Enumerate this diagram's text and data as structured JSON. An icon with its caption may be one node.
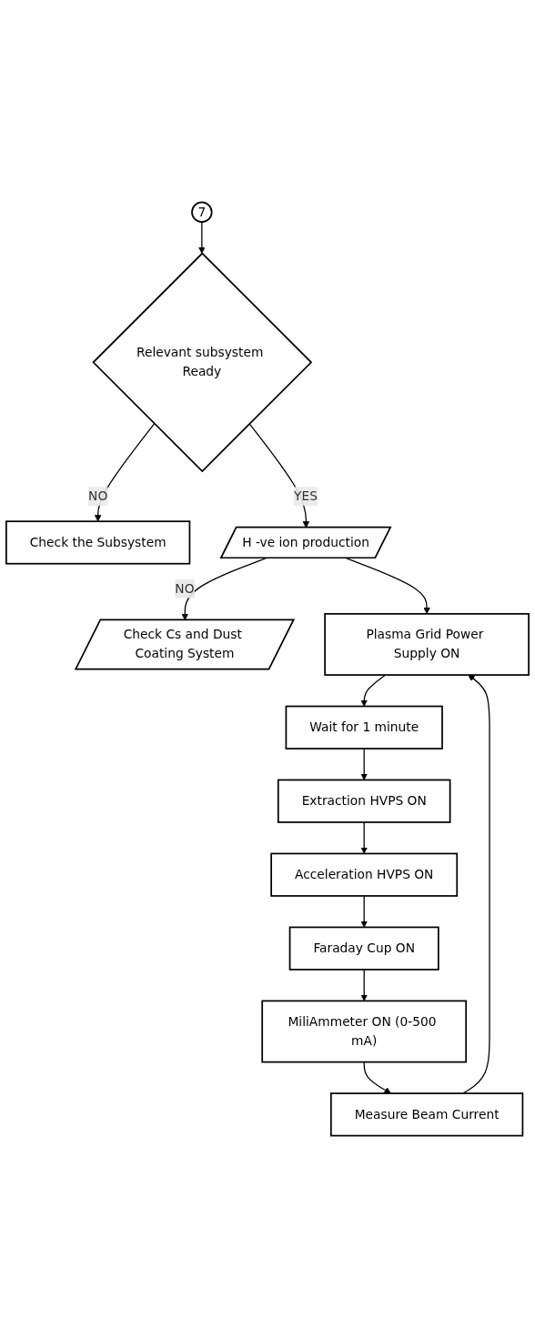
{
  "diagram": {
    "nodes": [
      {
        "text": [
          "7"
        ]
      },
      {
        "text": [
          "Relevant subsystem Ready"
        ]
      },
      {
        "text": [
          "Check the Subsystem"
        ]
      },
      {
        "text": [
          "H -ve ion production"
        ]
      },
      {
        "text": [
          "Check Cs and Dust Coating System"
        ]
      },
      {
        "text": [
          "Plasma Grid Power Supply ON"
        ]
      },
      {
        "text": [
          "Wait for 1 minute"
        ]
      },
      {
        "text": [
          "Extraction HVPS ON"
        ]
      },
      {
        "text": [
          "Acceleration HVPS ON"
        ]
      },
      {
        "text": [
          "Faraday Cup ON"
        ]
      },
      {
        "text": [
          "MiliAmmeter ON (0-500 mA)"
        ]
      },
      {
        "text": [
          "Measure Beam Current"
        ]
      }
    ],
    "edges": [
      {
        "from": 0,
        "to": 1,
        "arrow": "to"
      },
      {
        "from": 1,
        "to": 2,
        "arrow": "to",
        "label": "NO"
      },
      {
        "from": 1,
        "to": 3,
        "arrow": "to",
        "label": "YES"
      },
      {
        "from": 3,
        "to": 4,
        "arrow": "to",
        "label": "NO"
      },
      {
        "from": 3,
        "to": 5,
        "arrow": "to"
      },
      {
        "from": 5,
        "to": 6,
        "arrow": "to"
      },
      {
        "from": 6,
        "to": 7,
        "arrow": "to"
      },
      {
        "from": 7,
        "to": 8,
        "arrow": "to"
      },
      {
        "from": 8,
        "to": 9,
        "arrow": "to"
      },
      {
        "from": 9,
        "to": 10,
        "arrow": "to"
      },
      {
        "from": 10,
        "to": 11,
        "arrow": "to"
      },
      {
        "from": 11,
        "to": 5,
        "arrow": "to"
      }
    ]
  }
}
